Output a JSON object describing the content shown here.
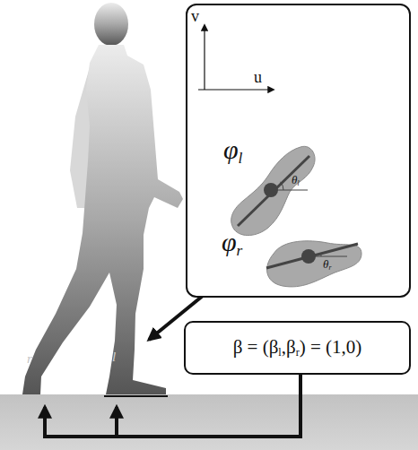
{
  "diagram": {
    "nodes": [
      {
        "text": [
          "v",
          "u"
        ]
      },
      {
        "text": [
          "φl",
          "θl"
        ],
        "in": 0
      },
      {
        "text": [
          "φr",
          "θr"
        ],
        "in": 0
      },
      {
        "text": [
          "β = (βl,βr) = (1,0)"
        ]
      }
    ],
    "labels": [
      "r",
      "l"
    ]
  }
}
